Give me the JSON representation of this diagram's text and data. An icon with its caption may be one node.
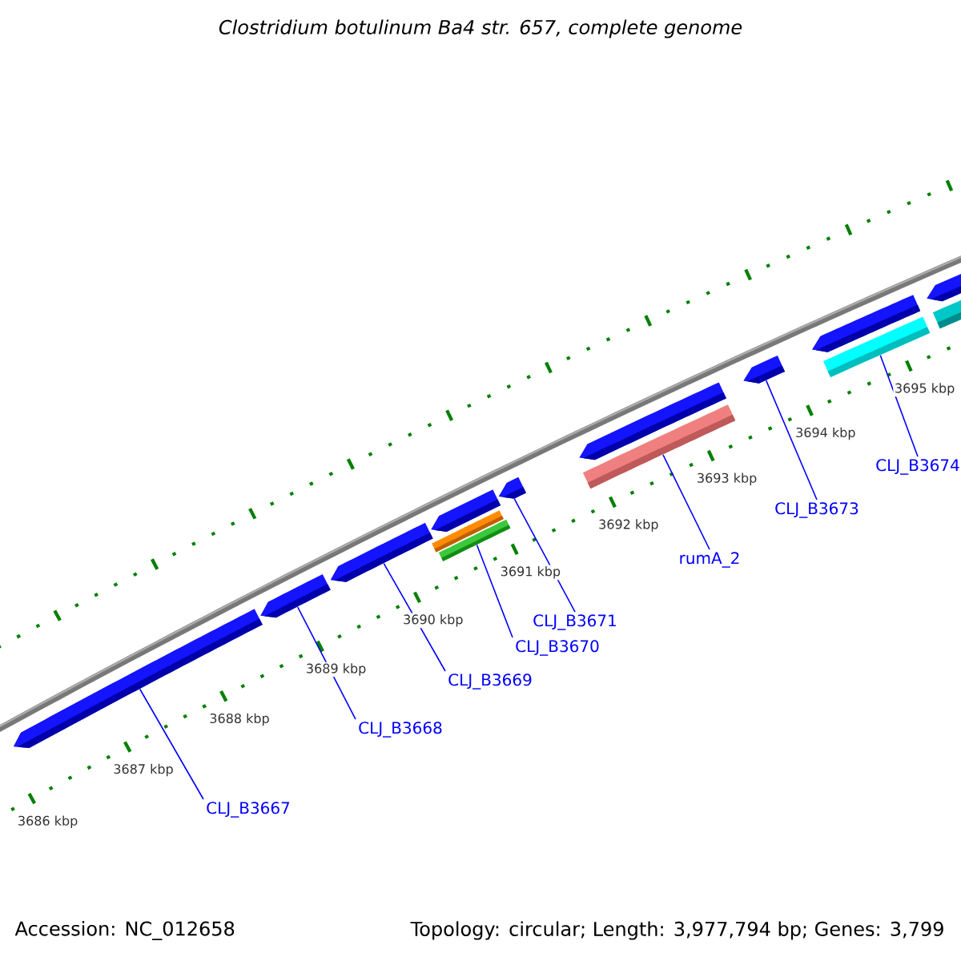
{
  "diagram": {
    "title": "Clostridium botulinum Ba4 str. 657, complete genome",
    "nodes": [
      {
        "text": [
          "CLJ_B3667"
        ]
      },
      {
        "text": [
          "CLJ_B3668"
        ]
      },
      {
        "text": [
          "CLJ_B3669"
        ]
      },
      {
        "text": [
          "CLJ_B3670"
        ]
      },
      {
        "text": [
          "CLJ_B3671"
        ]
      },
      {
        "text": [
          "rumA_2"
        ]
      },
      {
        "text": [
          "CLJ_B3673"
        ]
      },
      {
        "text": [
          "CLJ_B3674"
        ]
      },
      {
        "text": [],
        "shape": "bar"
      },
      {
        "text": [],
        "shape": "bar"
      },
      {
        "text": [],
        "shape": "bar"
      },
      {
        "text": [],
        "shape": "bar"
      },
      {
        "text": [],
        "shape": "bar"
      },
      {
        "text": [],
        "shape": "bar"
      },
      {
        "text": [],
        "shape": "bar"
      },
      {
        "text": [],
        "shape": "bar"
      },
      {
        "text": [],
        "shape": "bar"
      },
      {
        "text": [],
        "shape": "bar"
      },
      {
        "text": [],
        "shape": "bar"
      },
      {
        "text": [],
        "shape": "bar"
      },
      {
        "text": [],
        "shape": "bar"
      },
      {
        "text": [],
        "shape": "bar"
      }
    ],
    "edges": [
      {
        "from": 0,
        "to": 8,
        "arrow": "none"
      },
      {
        "from": 1,
        "to": 9,
        "arrow": "none"
      },
      {
        "from": 2,
        "to": 10,
        "arrow": "none"
      },
      {
        "from": 3,
        "to": 13,
        "arrow": "none"
      },
      {
        "from": 4,
        "to": 14,
        "arrow": "none"
      },
      {
        "from": 5,
        "to": 16,
        "arrow": "none"
      },
      {
        "from": 6,
        "to": 17,
        "arrow": "none"
      },
      {
        "from": 7,
        "to": 19,
        "arrow": "none"
      }
    ],
    "labels": [
      "3686 kbp",
      "3687 kbp",
      "3688 kbp",
      "3689 kbp",
      "3690 kbp",
      "3691 kbp",
      "3692 kbp",
      "3693 kbp",
      "3694 kbp",
      "3695 kbp",
      "Accession: NC_012658",
      "Topology: circular; Length: 3,977,794 bp; Genes: 3,799"
    ]
  }
}
